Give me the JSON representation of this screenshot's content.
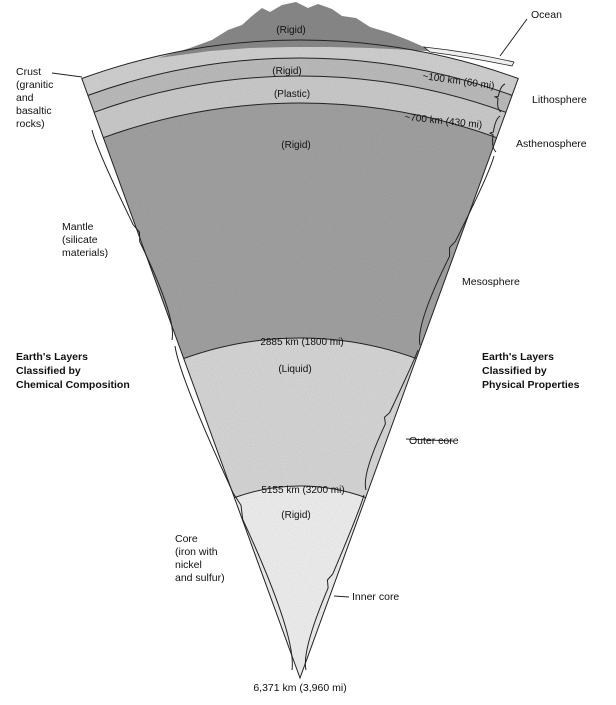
{
  "layers": {
    "mountains": "(Rigid)",
    "lithosphere_rigid": "(Rigid)",
    "asthenosphere": "(Plastic)",
    "mesosphere": "(Rigid)",
    "outer_core": "(Liquid)",
    "inner_core": "(Rigid)"
  },
  "depths": {
    "d100": "~100 km (60 mi)",
    "d700": "~700 km (430 mi)",
    "d2885": "2885 km (1800 mi)",
    "d5155": "5155 km (3200 mi)",
    "d6371": "6,371 km (3,960 mi)"
  },
  "left_labels": {
    "crust": [
      "Crust",
      "(granitic",
      "and",
      "basaltic",
      "rocks)"
    ],
    "mantle": [
      "Mantle",
      "(silicate",
      "materials)"
    ],
    "core": [
      "Core",
      "(iron with",
      "nickel",
      "and sulfur)"
    ],
    "heading": [
      "Earth's Layers",
      "Classified by",
      "Chemical Composition"
    ]
  },
  "right_labels": {
    "ocean": "Ocean",
    "lithosphere": "Lithosphere",
    "asthenosphere": "Asthenosphere",
    "mesosphere": "Mesosphere",
    "outer_core": "Outer core",
    "inner_core": "Inner core",
    "heading": [
      "Earth's Layers",
      "Classified by",
      "Physical Properties"
    ]
  },
  "colors": {
    "crust": "#d8d8d8",
    "lithosphere": "#c2c2c2",
    "asthenosphere": "#d2d2d2",
    "mesosphere": "#a7a7a7",
    "outer_core": "#dedede",
    "inner_core": "#f7f7f7",
    "mountains": "#8e8e8e",
    "ocean": "#eeeeee"
  }
}
